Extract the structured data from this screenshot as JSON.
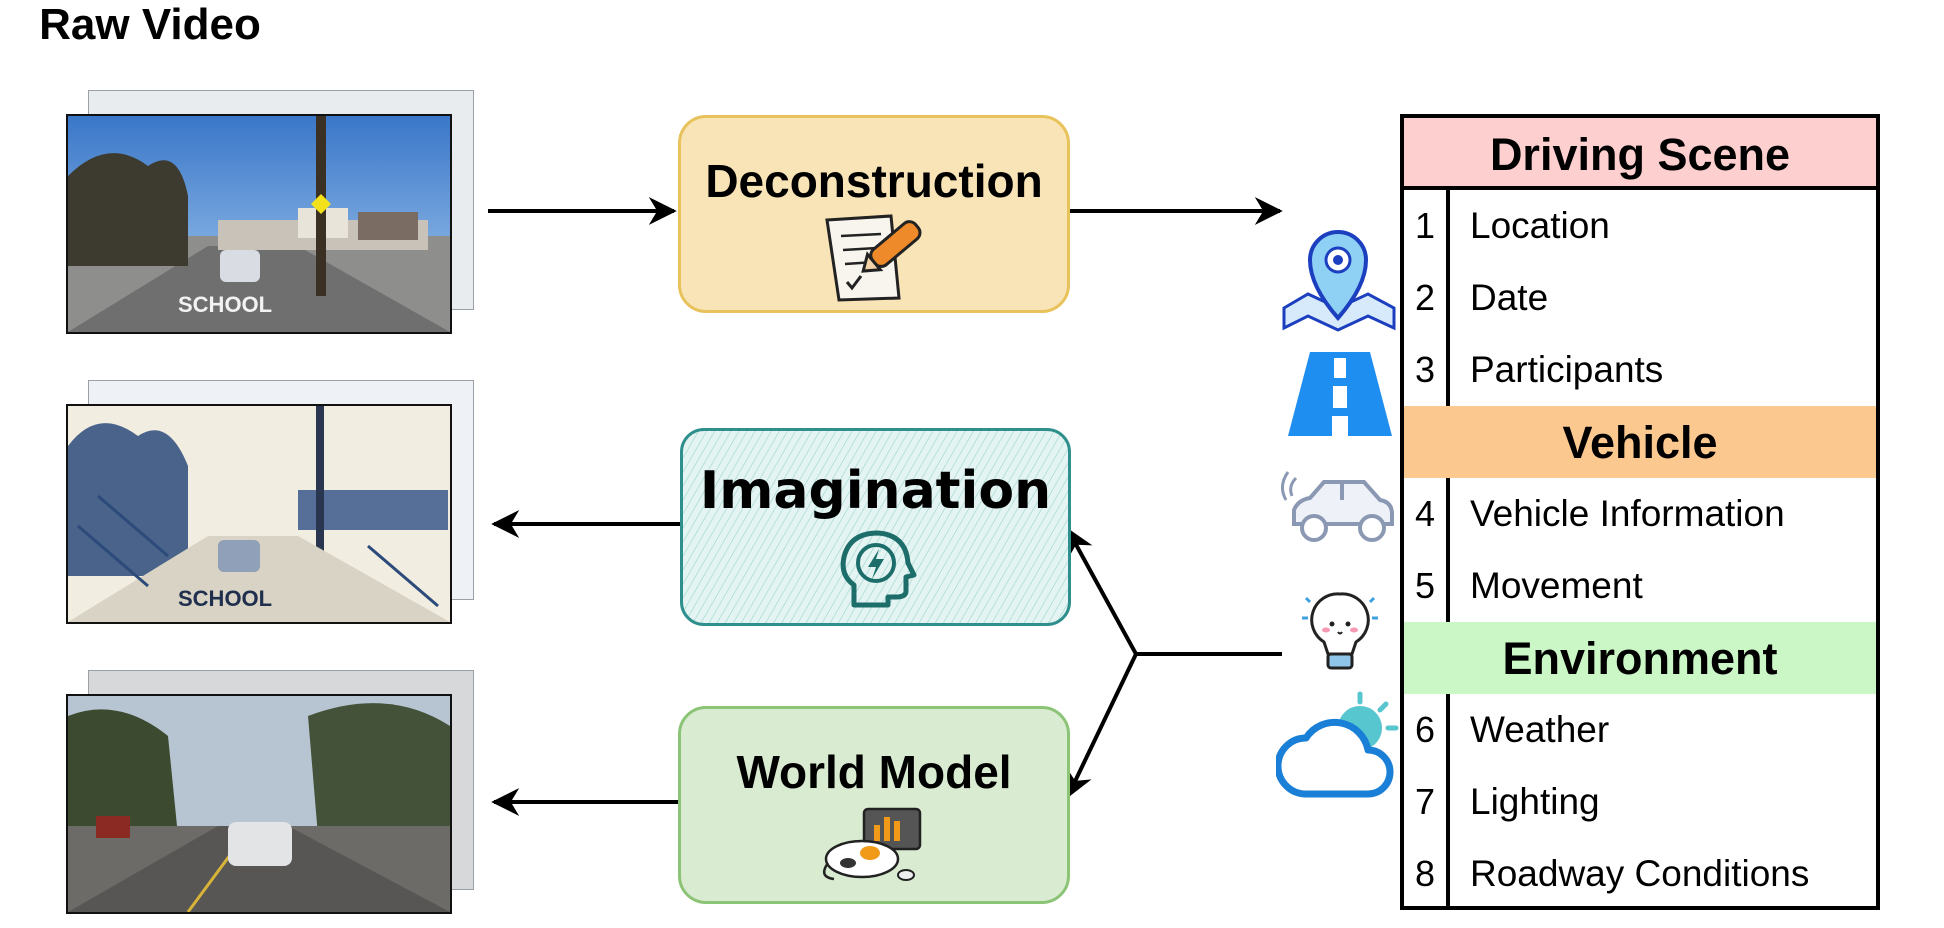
{
  "header": {
    "title": "Raw Video"
  },
  "steps": {
    "deconstruction": {
      "label": "Deconstruction",
      "icon": "document-pen-icon"
    },
    "imagination": {
      "label": "Imagination",
      "icon": "head-lightning-icon"
    },
    "world_model": {
      "label": "World Model",
      "icon": "cat-laptop-icon"
    }
  },
  "scene_table": {
    "sections": [
      {
        "title": "Driving Scene",
        "color": "#fdcfcf",
        "rows": [
          {
            "num": "1",
            "text": "Location"
          },
          {
            "num": "2",
            "text": "Date"
          },
          {
            "num": "3",
            "text": "Participants"
          }
        ]
      },
      {
        "title": "Vehicle",
        "color": "#fbc890",
        "rows": [
          {
            "num": "4",
            "text": "Vehicle Information"
          },
          {
            "num": "5",
            "text": "Movement"
          }
        ]
      },
      {
        "title": "Environment",
        "color": "#cbf7c6",
        "rows": [
          {
            "num": "6",
            "text": "Weather"
          },
          {
            "num": "7",
            "text": "Lighting"
          },
          {
            "num": "8",
            "text": "Roadway Conditions"
          }
        ]
      }
    ]
  },
  "side_icons": [
    "map-pin-icon",
    "road-icon",
    "car-icon",
    "lightbulb-icon",
    "cloud-sun-icon"
  ],
  "colors": {
    "decon_fill": "#f8e4b6",
    "imag_stroke": "#2e8f8c",
    "world_fill": "#d9ecd1",
    "icon_blue": "#1f7bd8"
  }
}
